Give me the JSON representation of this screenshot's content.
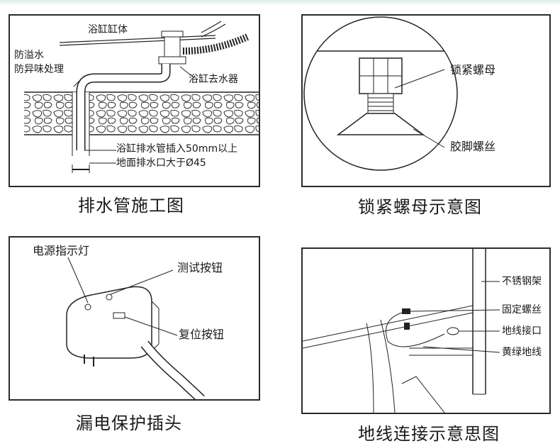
{
  "panels": [
    {
      "caption": "排水管施工图",
      "labels": {
        "tub_body": "浴缸缸体",
        "anti_overflow_1": "防溢水",
        "anti_overflow_2": "防异味处理",
        "tub_drain": "浴缸去水器",
        "insert_depth": "浴缸排水管插入50mm以上",
        "floor_drain": "地面排水口大于Ø45"
      }
    },
    {
      "caption": "锁紧螺母示意图",
      "labels": {
        "lock_nut": "锁紧螺母",
        "rubber_foot_screw": "胶脚螺丝"
      }
    },
    {
      "caption": "漏电保护插头",
      "labels": {
        "power_indicator": "电源指示灯",
        "test_button": "测试按钮",
        "reset_button": "复位按钮"
      }
    },
    {
      "caption": "地线连接示意思图",
      "labels": {
        "steel_frame": "不锈钢架",
        "fixing_screw": "固定螺丝",
        "ground_connector": "地线接口",
        "ground_wire": "黄绿地线"
      }
    }
  ]
}
